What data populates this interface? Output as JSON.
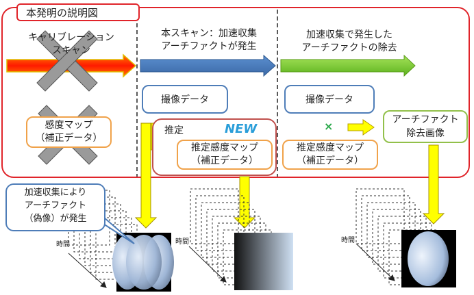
{
  "title": "本発明の説明図",
  "columns": {
    "calibration": [
      "キャリブレーション",
      "スキャン"
    ],
    "main_scan": [
      "本スキャン：加速収集",
      "アーチファクトが発生"
    ],
    "removal": [
      "加速収集で発生した",
      "アーチファクトの除去"
    ]
  },
  "boxes": {
    "sensitivity_map": [
      "感度マップ",
      "（補正データ）"
    ],
    "imaging_data_1": "撮像データ",
    "estimate_label": "推定",
    "new_badge": "NEW",
    "estimated_map_1": [
      "推定感度マップ",
      "（補正データ）"
    ],
    "imaging_data_2": "撮像データ",
    "multiply": "×",
    "estimated_map_2": [
      "推定感度マップ",
      "（補正データ）"
    ],
    "artifact_removed": [
      "アーチファクト",
      "除去画像"
    ]
  },
  "callout": [
    "加速収集により",
    "アーチファクト",
    "（偽像）が発生"
  ],
  "time_label": "時間",
  "colors": {
    "frame": "#e0242a",
    "arrow_red": "#ff2a00",
    "arrow_blue": "#4a78b8",
    "arrow_green": "#7ed321",
    "arrow_yellow": "#ffff00",
    "box_blue": "#4e7db8",
    "box_orange": "#f0a24a",
    "box_green": "#92c04a",
    "new_text": "#2a9ed9"
  }
}
